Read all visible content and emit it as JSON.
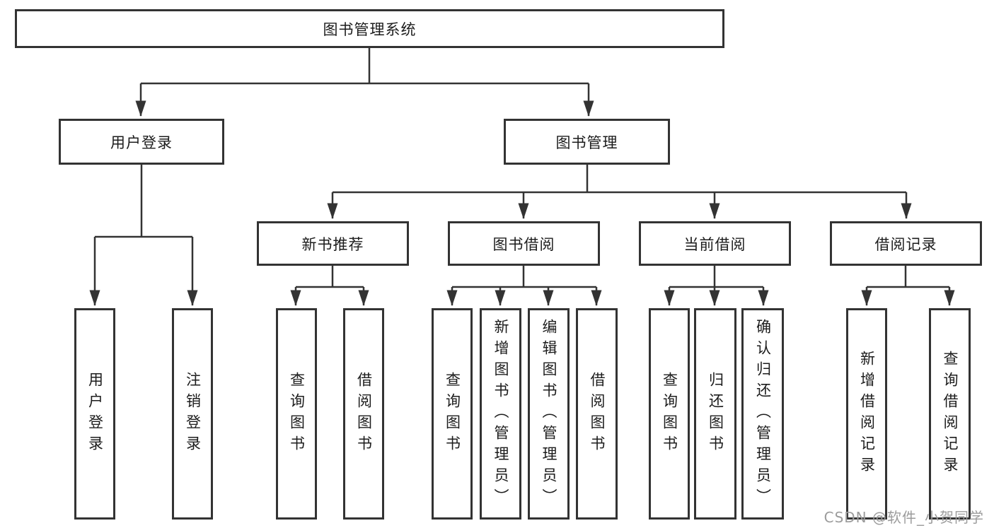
{
  "diagram": {
    "root": "图书管理系统",
    "branches": [
      {
        "label": "用户登录",
        "children": [
          "用户登录",
          "注销登录"
        ]
      },
      {
        "label": "图书管理",
        "children": [
          {
            "label": "新书推荐",
            "children": [
              "查询图书",
              "借阅图书"
            ]
          },
          {
            "label": "图书借阅",
            "children": [
              "查询图书",
              "新增图书（管理员）",
              "编辑图书（管理员）",
              "借阅图书"
            ]
          },
          {
            "label": "当前借阅",
            "children": [
              "查询图书",
              "归还图书",
              "确认归还（管理员）"
            ]
          },
          {
            "label": "借阅记录",
            "children": [
              "新增借阅记录",
              "查询借阅记录"
            ]
          }
        ]
      }
    ]
  },
  "watermark": "CSDN @软件_小贺同学",
  "colors": {
    "line": "#333333",
    "text": "#1c1c1c",
    "watermark": "#9c9c9c",
    "background": "#ffffff"
  }
}
